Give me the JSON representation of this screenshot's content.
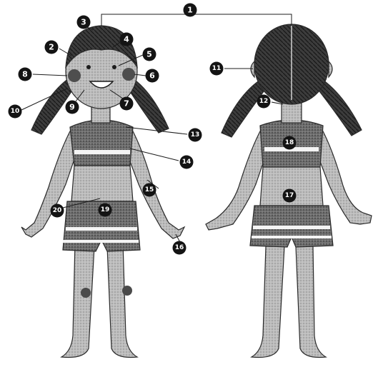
{
  "colors": {
    "ink": "#1c1c1c",
    "skin": "#b4b4b4",
    "hair": "#3a3a3a",
    "swimsuit": "#6e6e6e",
    "stripe": "#f4f4f4"
  },
  "figures": [
    {
      "view": "front",
      "markers": [
        "1",
        "2",
        "3",
        "4",
        "5",
        "6",
        "7",
        "8",
        "9",
        "10",
        "13",
        "14",
        "15",
        "16",
        "19",
        "20"
      ]
    },
    {
      "view": "back",
      "markers": [
        "1",
        "11",
        "12",
        "17",
        "18"
      ]
    }
  ],
  "markers": [
    {
      "id": "m1",
      "label": "1"
    },
    {
      "id": "m2",
      "label": "2"
    },
    {
      "id": "m3",
      "label": "3"
    },
    {
      "id": "m4",
      "label": "4"
    },
    {
      "id": "m5",
      "label": "5"
    },
    {
      "id": "m6",
      "label": "6"
    },
    {
      "id": "m7",
      "label": "7"
    },
    {
      "id": "m8",
      "label": "8"
    },
    {
      "id": "m9",
      "label": "9"
    },
    {
      "id": "m10",
      "label": "10"
    },
    {
      "id": "m11",
      "label": "11"
    },
    {
      "id": "m12",
      "label": "12"
    },
    {
      "id": "m13",
      "label": "13"
    },
    {
      "id": "m14",
      "label": "14"
    },
    {
      "id": "m15",
      "label": "15"
    },
    {
      "id": "m16",
      "label": "16"
    },
    {
      "id": "m17",
      "label": "17"
    },
    {
      "id": "m18",
      "label": "18"
    },
    {
      "id": "m19",
      "label": "19"
    },
    {
      "id": "m20",
      "label": "20"
    }
  ]
}
